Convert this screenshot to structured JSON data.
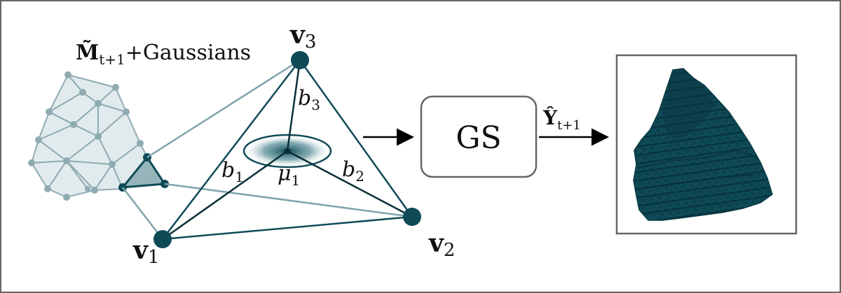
{
  "mesh_label": "M̃t+1+Gaussians",
  "mesh_label_parts": {
    "symbol": "M̃",
    "sub": "t+1",
    "rest": "+Gaussians"
  },
  "vertices": {
    "v1": {
      "symbol": "v",
      "sub": "1"
    },
    "v2": {
      "symbol": "v",
      "sub": "2"
    },
    "v3": {
      "symbol": "v",
      "sub": "3"
    }
  },
  "barycentric": {
    "b1": {
      "symbol": "b",
      "sub": "1"
    },
    "b2": {
      "symbol": "b",
      "sub": "2"
    },
    "b3": {
      "symbol": "b",
      "sub": "3"
    }
  },
  "gaussian_center": {
    "symbol": "μ",
    "sub": "1"
  },
  "renderer_label": "GS",
  "output_label": {
    "symbol": "Ŷ",
    "sub": "t+1"
  },
  "colors": {
    "accent": "#0f4b57",
    "mesh_light": "#7fa3ab",
    "output_cloth": "#0e4a56",
    "border": "#666666"
  }
}
